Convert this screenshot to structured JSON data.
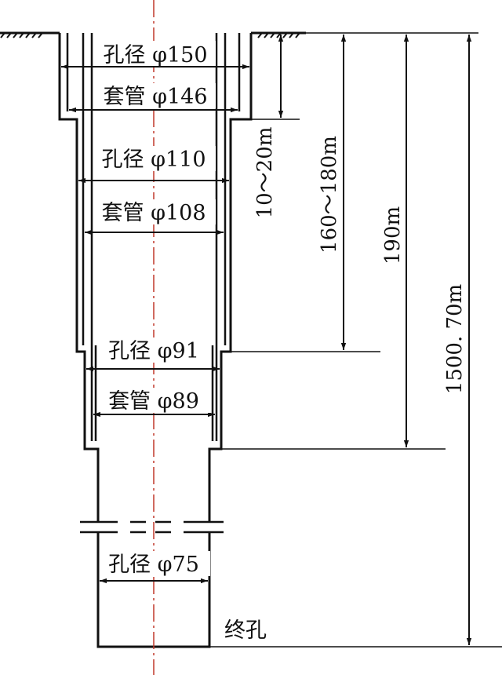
{
  "labels": {
    "hole_150": "孔径 φ150",
    "casing_146": "套管 φ146",
    "hole_110": "孔径 φ110",
    "casing_108": "套管 φ108",
    "hole_91": "孔径 φ91",
    "casing_89": "套管 φ89",
    "hole_75": "孔径 φ75",
    "dim_10_20": "10～20m",
    "dim_160_180": "160～180m",
    "dim_190": "190m",
    "dim_1500": "1500. 70m",
    "final_hole": "终孔"
  },
  "colors": {
    "line": "#111111",
    "centerline": "#c0392b"
  }
}
